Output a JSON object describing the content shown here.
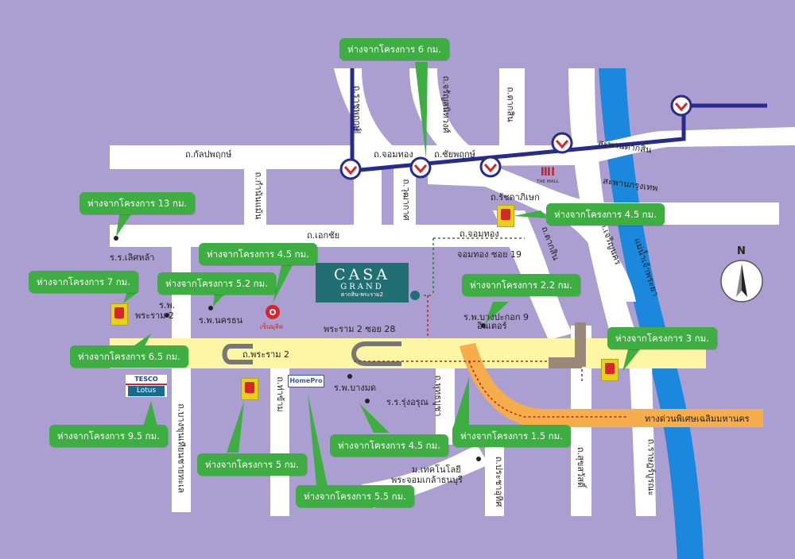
{
  "map": {
    "project": {
      "name": "CASA",
      "name2": "GRAND",
      "subtitle": "ตากสิน-พระราม2"
    },
    "roads": {
      "kanlapaphruek": "ถ.กัลปพฤกษ์",
      "ratchaphruek": "ถ.ราชพฤกษ์",
      "charansanitwong": "ถ.จรัญสนิทวงศ์",
      "taksin_top": "ถ.ตากสิน",
      "chomthong_top": "ถ.จอมทอง",
      "chaiyaphruek": "ถ.ชัยพฤกษ์",
      "kanlapaphruek_v": "ถ.กำนันแม้น",
      "wutthakat": "ถ.วุฒากาศ",
      "ratchadaphisek": "ถ.รัชดาภิเษก",
      "ekkachai": "ถ.เอกชัย",
      "chomthong_mid": "ถ.จอมทอง",
      "chomthong_soi19": "จอมทอง ซอย 19",
      "taksin_mid": "ถ.ตากสิน",
      "charoen_nakhon": "ถ.เจริญนคร",
      "taksin_bridge": "สะพานตากสิน",
      "krungthep_bridge": "สะพานกรุงเทพ",
      "river": "แม่น้ำเจ้าพระยา",
      "rama2": "ถ.พระราม 2",
      "rama2_soi28": "พระราม 2 ซอย 28",
      "expressway": "ทางด่วนพิเศษเฉลิมมหานคร",
      "bangkhunthian": "ถ.บางขุนเทียนชายทะเล",
      "thakham": "ถ.ท่าข้าม",
      "phutthabucha": "ถ.พุทธบูชา",
      "pracha_uthit": "ถ.ประชาอุทิศ",
      "suksawat": "ถ.สุขสวัสดิ์",
      "rat_burana": "ถ.ราษฎร์บูรณะ"
    },
    "places": {
      "school_loetla": "ร.ร.เลิศหล้า",
      "hosp_rama2": "ร.พ.",
      "hosp_rama2_b": "พระราม 2",
      "hosp_nakharin": "ร.พ.นครธน",
      "hosp_bangpakok": "ร.พ.บางปะกอก 9",
      "hosp_bangpakok_b": "อินเตอร์",
      "hosp_bangmot": "ร.พ.บางมด",
      "school_rungarun": "ร.ร.รุ่งอรุณ",
      "kmutt": "ม.เทคโนโลยี",
      "kmutt_b": "พระจอมเกล้าธนบุรี",
      "synphaet": "เซ็นมุสิค",
      "tesco": "TESCO",
      "lotus": "Lotus",
      "homepro": "HomePro",
      "mall": "THE MALL"
    },
    "distances": {
      "top": "ห่างจากโครงการ 6 กม.",
      "d13": "ห่างจากโครงการ 13 กม.",
      "d45a": "ห่างจากโครงการ 4.5 กม.",
      "d45mall": "ห่างจากโครงการ 4.5 กม.",
      "d7": "ห่างจากโครงการ 7 กม.",
      "d52": "ห่างจากโครงการ 5.2 กม.",
      "d22": "ห่างจากโครงการ 2.2 กม.",
      "d65": "ห่างจากโครงการ 6.5 กม.",
      "d3": "ห่างจากโครงการ 3 กม.",
      "d95": "ห่างจากโครงการ 9.5 กม.",
      "d15": "ห่างจากโครงการ 1.5 กม.",
      "d45b": "ห่างจากโครงการ 4.5 กม.",
      "d5": "ห่างจากโครงการ 5 กม.",
      "d55": "ห่างจากโครงการ 5.5 กม."
    },
    "compass": "N",
    "colors": {
      "background": "#ab9ed0",
      "road": "#ffffff",
      "rama2": "#fdf6a5",
      "expressway": "#f6ad4b",
      "river": "#1c88dd",
      "bts": "#262b8c",
      "bubble": "#3eae43"
    }
  }
}
